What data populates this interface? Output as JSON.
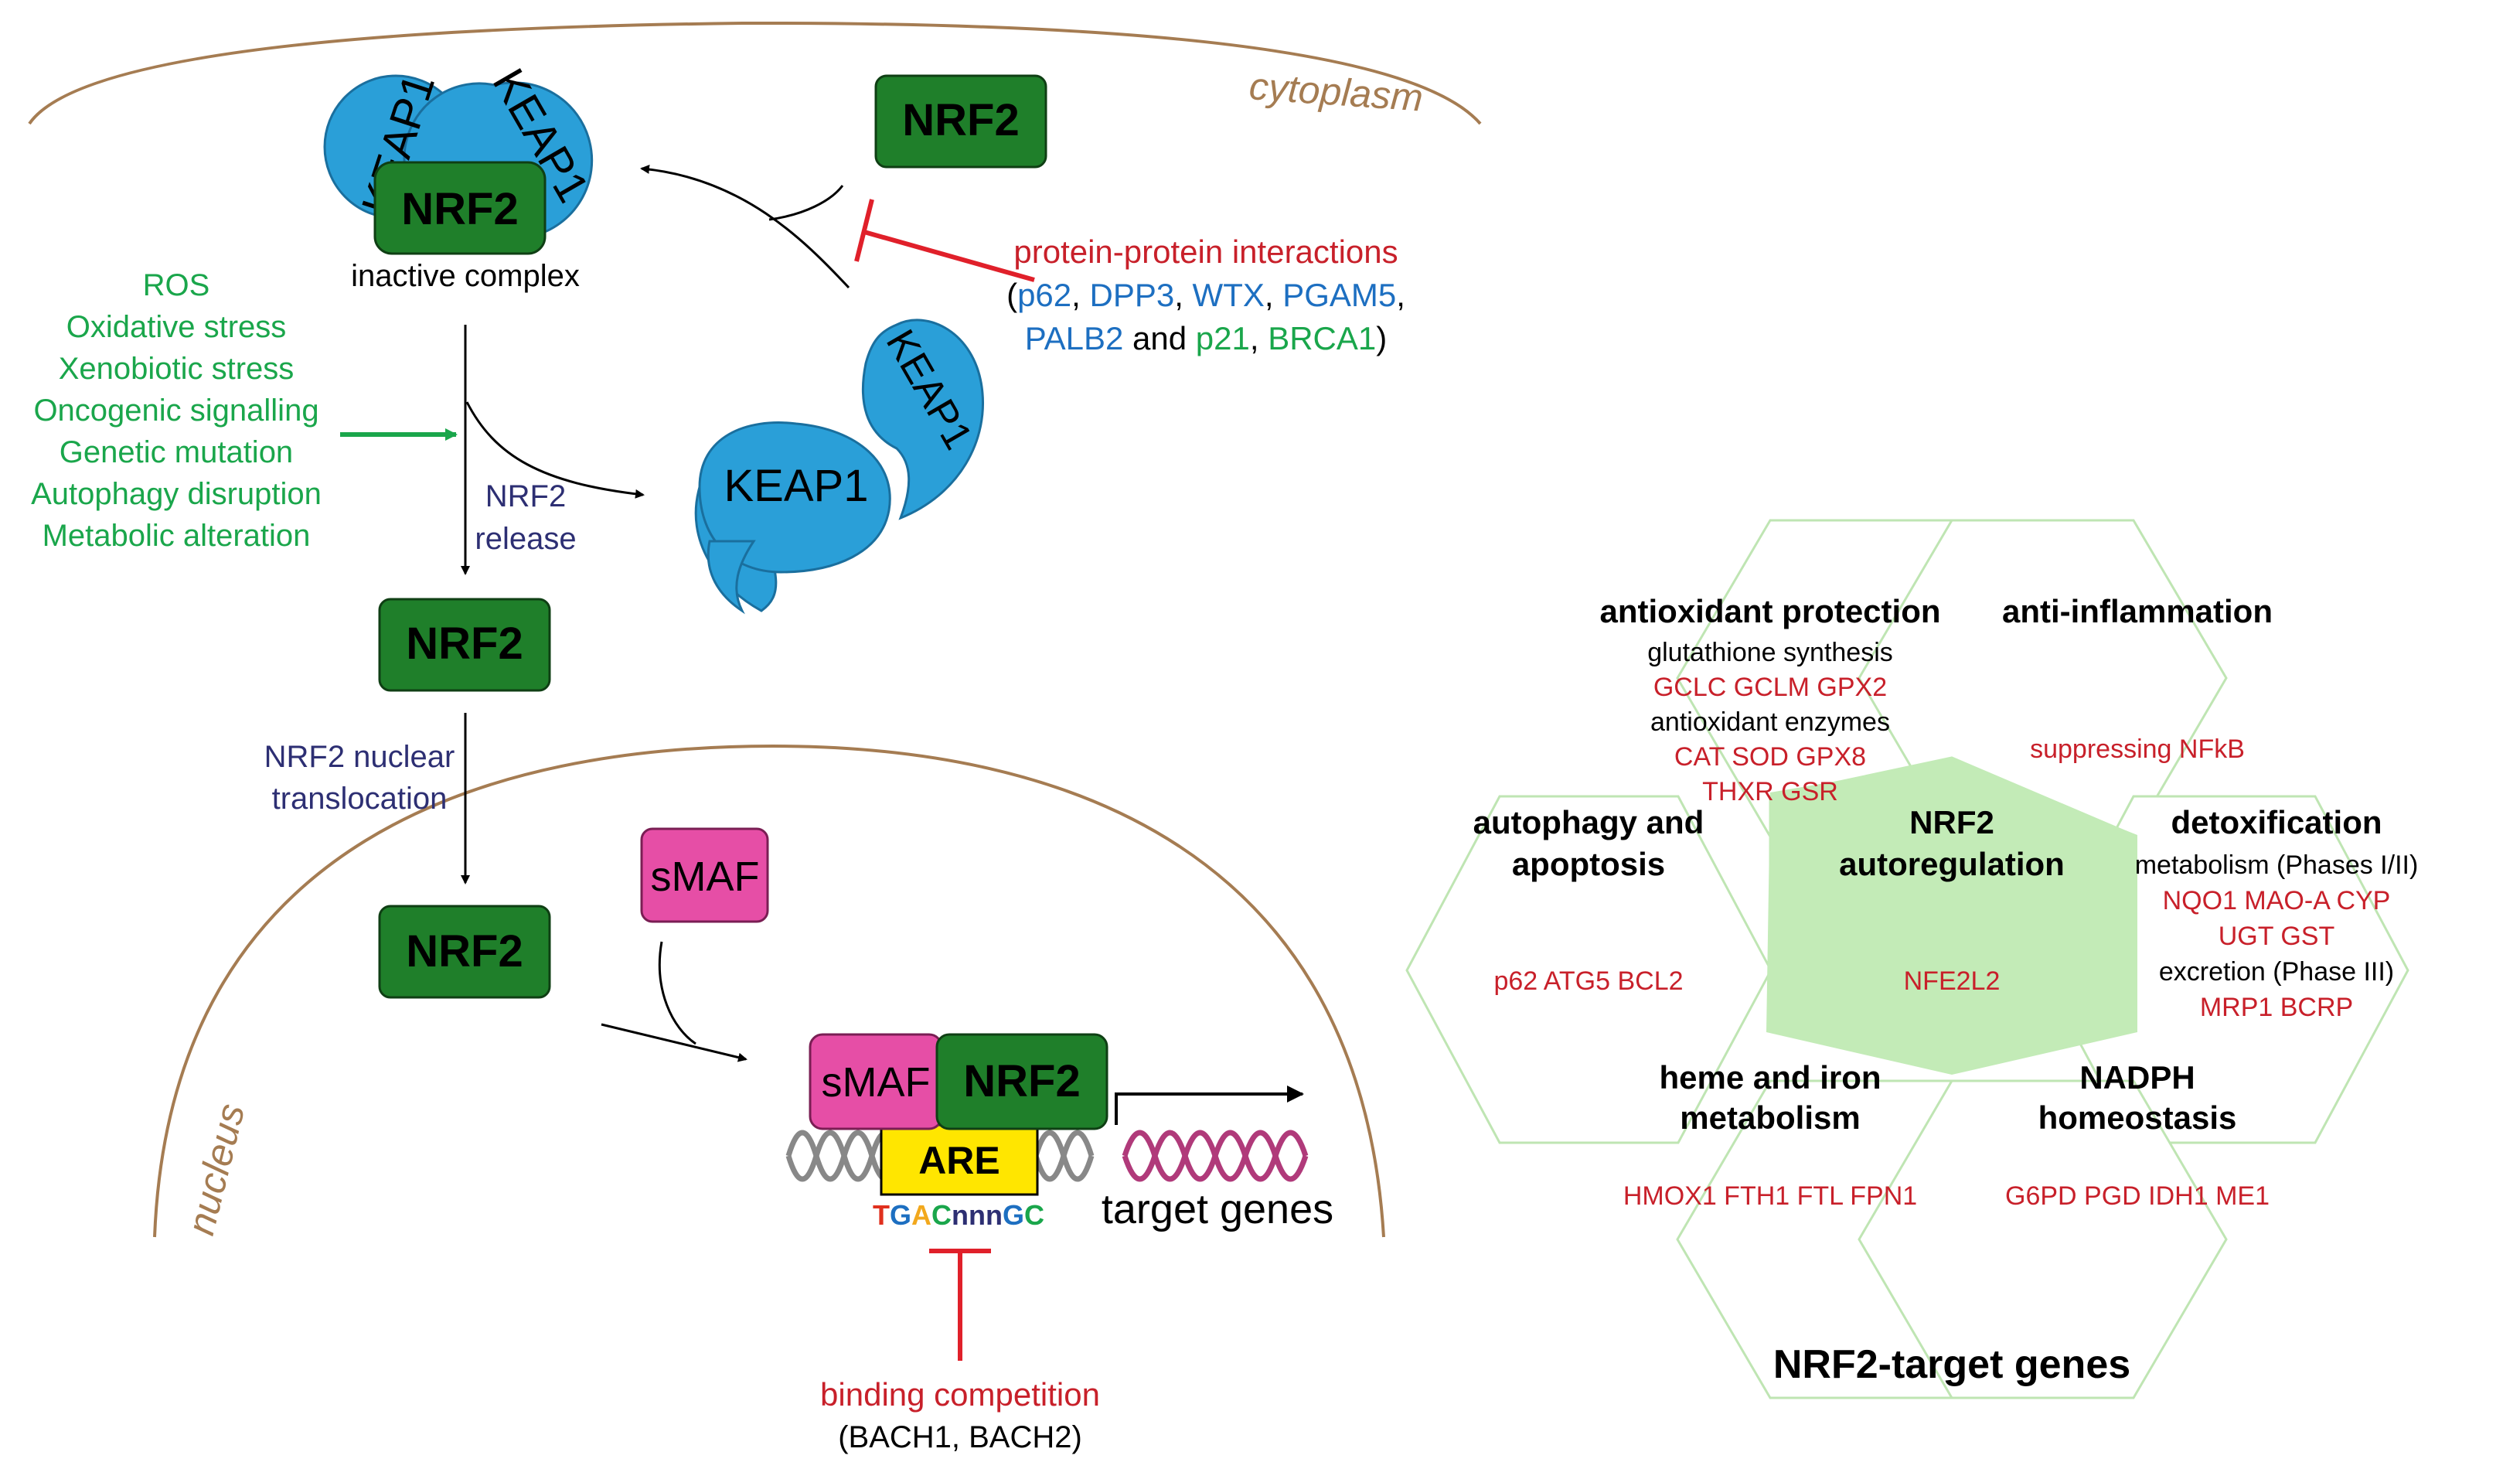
{
  "colors": {
    "keap": "#2a9fd8",
    "nrf2": "#1f7f2a",
    "smaf": "#e64ea6",
    "are": "#ffe600",
    "green_text": "#1aa64b",
    "red_text": "#c8202a",
    "blue_text": "#1d6fc1",
    "navy_text": "#2d2f73",
    "membrane": "#a57c52",
    "hex_stroke": "#bfe5b3",
    "hex_center": "#c3ebb7"
  },
  "compartments": {
    "cytoplasm": "cytoplasm",
    "nucleus": "nucleus"
  },
  "proteins": {
    "keap1": "KEAP1",
    "nrf2": "NRF2",
    "smaf": "sMAF",
    "are": "ARE"
  },
  "labels": {
    "inactive_complex": "inactive complex",
    "release_1": "NRF2",
    "release_2": "release",
    "translocation_1": "NRF2 nuclear",
    "translocation_2": "translocation",
    "target_genes": "target genes",
    "binding_competition": "binding competition",
    "bach": "(BACH1, BACH2)"
  },
  "are_sequence": [
    {
      "text": "T",
      "color": "#e0301e"
    },
    {
      "text": "G",
      "color": "#1d6fc1"
    },
    {
      "text": "A",
      "color": "#f2a81d"
    },
    {
      "text": "C",
      "color": "#1aa64b"
    },
    {
      "text": "nnn",
      "color": "#2d2f73"
    },
    {
      "text": "G",
      "color": "#1d6fc1"
    },
    {
      "text": "C",
      "color": "#1aa64b"
    }
  ],
  "stressors": [
    "ROS",
    "Oxidative stress",
    "Xenobiotic stress",
    "Oncogenic signalling",
    "Genetic mutation",
    "Autophagy disruption",
    "Metabolic alteration"
  ],
  "ppi": {
    "title": "protein-protein interactions",
    "line2": [
      {
        "text": "(",
        "kind": "plain"
      },
      {
        "text": "p62",
        "kind": "blue"
      },
      {
        "text": ", ",
        "kind": "plain"
      },
      {
        "text": "DPP3",
        "kind": "blue"
      },
      {
        "text": ", ",
        "kind": "plain"
      },
      {
        "text": "WTX",
        "kind": "blue"
      },
      {
        "text": ", ",
        "kind": "plain"
      },
      {
        "text": "PGAM5",
        "kind": "blue"
      },
      {
        "text": ",",
        "kind": "plain"
      }
    ],
    "line3": [
      {
        "text": "PALB2",
        "kind": "blue"
      },
      {
        "text": " and ",
        "kind": "plain"
      },
      {
        "text": "p21",
        "kind": "green"
      },
      {
        "text": ", ",
        "kind": "plain"
      },
      {
        "text": "BRCA1",
        "kind": "green"
      },
      {
        "text": ")",
        "kind": "plain"
      }
    ]
  },
  "hex_title": "NRF2-target genes",
  "hexagons": {
    "antioxidant": {
      "title": "antioxidant protection",
      "lines": [
        {
          "text": "glutathione synthesis",
          "kind": "black"
        },
        {
          "text": "GCLC   GCLM   GPX2",
          "kind": "red"
        },
        {
          "text": "antioxidant enzymes",
          "kind": "black"
        },
        {
          "text": "CAT   SOD   GPX8",
          "kind": "red"
        },
        {
          "text": "THXR   GSR",
          "kind": "red"
        }
      ]
    },
    "inflammation": {
      "title": "anti-inflammation",
      "lines": [
        {
          "text": "suppressing NFkB",
          "kind": "red"
        }
      ]
    },
    "autophagy": {
      "title_1": "autophagy and",
      "title_2": "apoptosis",
      "lines": [
        {
          "text": "p62   ATG5   BCL2",
          "kind": "red"
        }
      ]
    },
    "autoregulation": {
      "title_1": "NRF2",
      "title_2": "autoregulation",
      "lines": [
        {
          "text": "NFE2L2",
          "kind": "red"
        }
      ]
    },
    "detox": {
      "title": "detoxification",
      "lines": [
        {
          "text": "metabolism (Phases I/II)",
          "kind": "black"
        },
        {
          "text": "NQO1   MAO-A   CYP",
          "kind": "red"
        },
        {
          "text": "UGT   GST",
          "kind": "red"
        },
        {
          "text": "excretion (Phase III)",
          "kind": "black"
        },
        {
          "text": "MRP1   BCRP",
          "kind": "red"
        }
      ]
    },
    "heme": {
      "title_1": "heme and iron",
      "title_2": "metabolism",
      "lines": [
        {
          "text": "HMOX1   FTH1   FTL   FPN1",
          "kind": "red"
        }
      ]
    },
    "nadph": {
      "title_1": "NADPH",
      "title_2": "homeostasis",
      "lines": [
        {
          "text": "G6PD   PGD   IDH1   ME1",
          "kind": "red"
        }
      ]
    }
  }
}
